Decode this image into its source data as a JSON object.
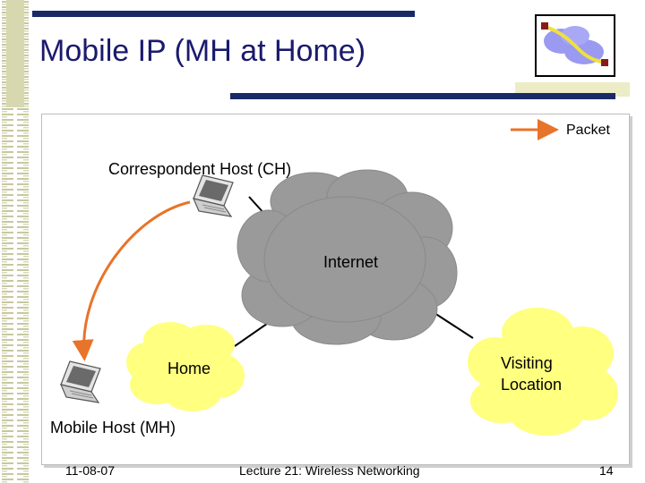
{
  "slide": {
    "title": "Mobile IP (MH at Home)"
  },
  "legend": {
    "packet_label": "Packet",
    "packet_color": "#e8732a"
  },
  "diagram": {
    "correspondent_host_label": "Correspondent Host (CH)",
    "internet_label": "Internet",
    "home_label": "Home",
    "visiting_label_line1": "Visiting",
    "visiting_label_line2": "Location",
    "mobile_host_label": "Mobile Host (MH)",
    "internet_color": "#9a9a9a",
    "network_color": "#ffff80",
    "icons": [
      "laptop-icon",
      "laptop-icon",
      "cloud-icon"
    ]
  },
  "footer": {
    "date": "11-08-07",
    "lecture": "Lecture 21: Wireless Networking",
    "page": "14"
  }
}
